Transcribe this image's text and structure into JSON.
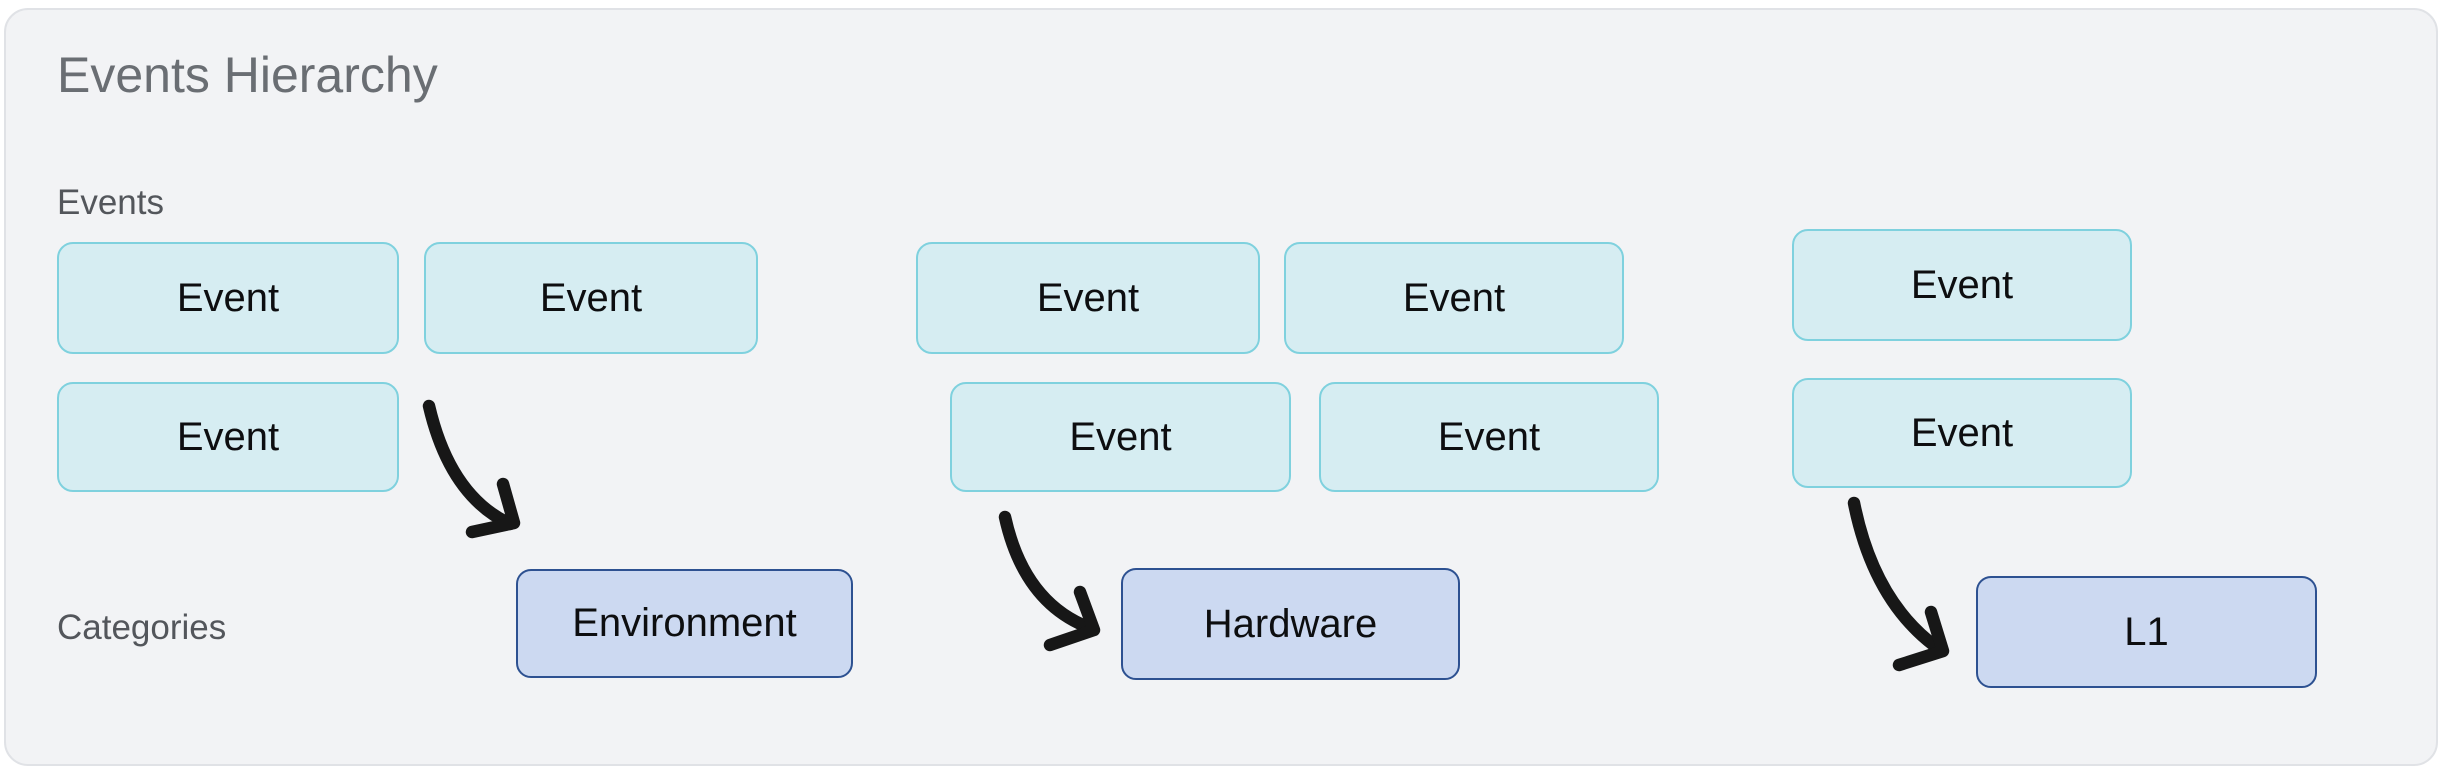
{
  "card": {
    "title": "Events Hierarchy"
  },
  "section_labels": {
    "events": "Events",
    "categories": "Categories"
  },
  "groups": [
    {
      "id": "environment-group",
      "events": [
        "Event",
        "Event",
        "Event"
      ],
      "category": "Environment"
    },
    {
      "id": "hardware-group",
      "events": [
        "Event",
        "Event",
        "Event",
        "Event"
      ],
      "category": "Hardware"
    },
    {
      "id": "l1-group",
      "events": [
        "Event",
        "Event"
      ],
      "category": "L1"
    }
  ],
  "arrows": [
    {
      "from": "events",
      "to": "Environment"
    },
    {
      "from": "events",
      "to": "Hardware"
    },
    {
      "from": "events",
      "to": "L1"
    }
  ],
  "colors": {
    "page_background": "#ffffff",
    "card_background": "#f2f3f5",
    "card_border": "#e0e2e6",
    "title_text": "#6a6e73",
    "section_label_text": "#53565b",
    "event_fill": "#d6edf2",
    "event_border": "#7fd1de",
    "category_fill": "#ccd9f1",
    "category_border": "#2d5191",
    "node_text": "#0d0e10",
    "arrow": "#171717"
  }
}
